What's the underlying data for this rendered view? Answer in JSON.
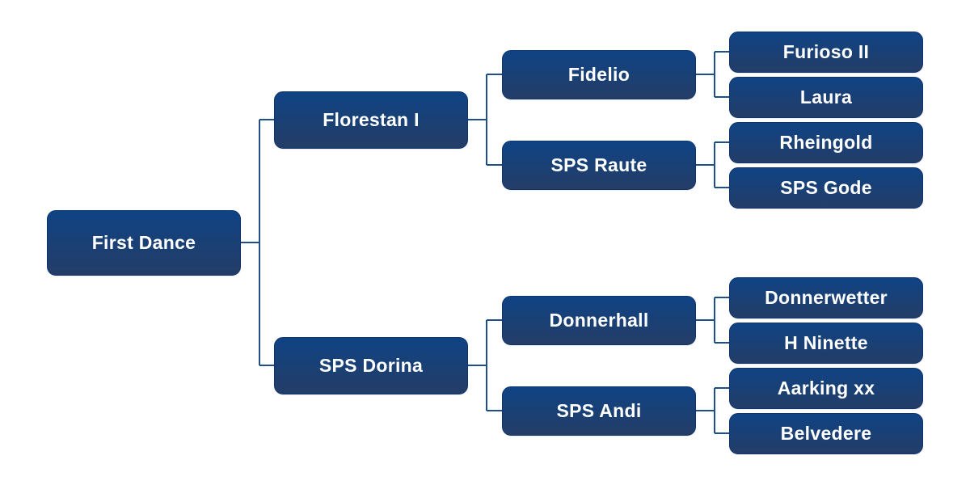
{
  "colors": {
    "box_top": "#0f4384",
    "box_bottom": "#243d67",
    "connector": "#1f4f8a",
    "text": "#ffffff",
    "background": "#ffffff"
  },
  "pedigree": {
    "subject": "First Dance",
    "sire": {
      "name": "Florestan I",
      "sire": {
        "name": "Fidelio",
        "sire": "Furioso II",
        "dam": "Laura"
      },
      "dam": {
        "name": "SPS Raute",
        "sire": "Rheingold",
        "dam": "SPS Gode"
      }
    },
    "dam": {
      "name": "SPS Dorina",
      "sire": {
        "name": "Donnerhall",
        "sire": "Donnerwetter",
        "dam": "H Ninette"
      },
      "dam": {
        "name": "SPS Andi",
        "sire": "Aarking xx",
        "dam": "Belvedere"
      }
    }
  }
}
